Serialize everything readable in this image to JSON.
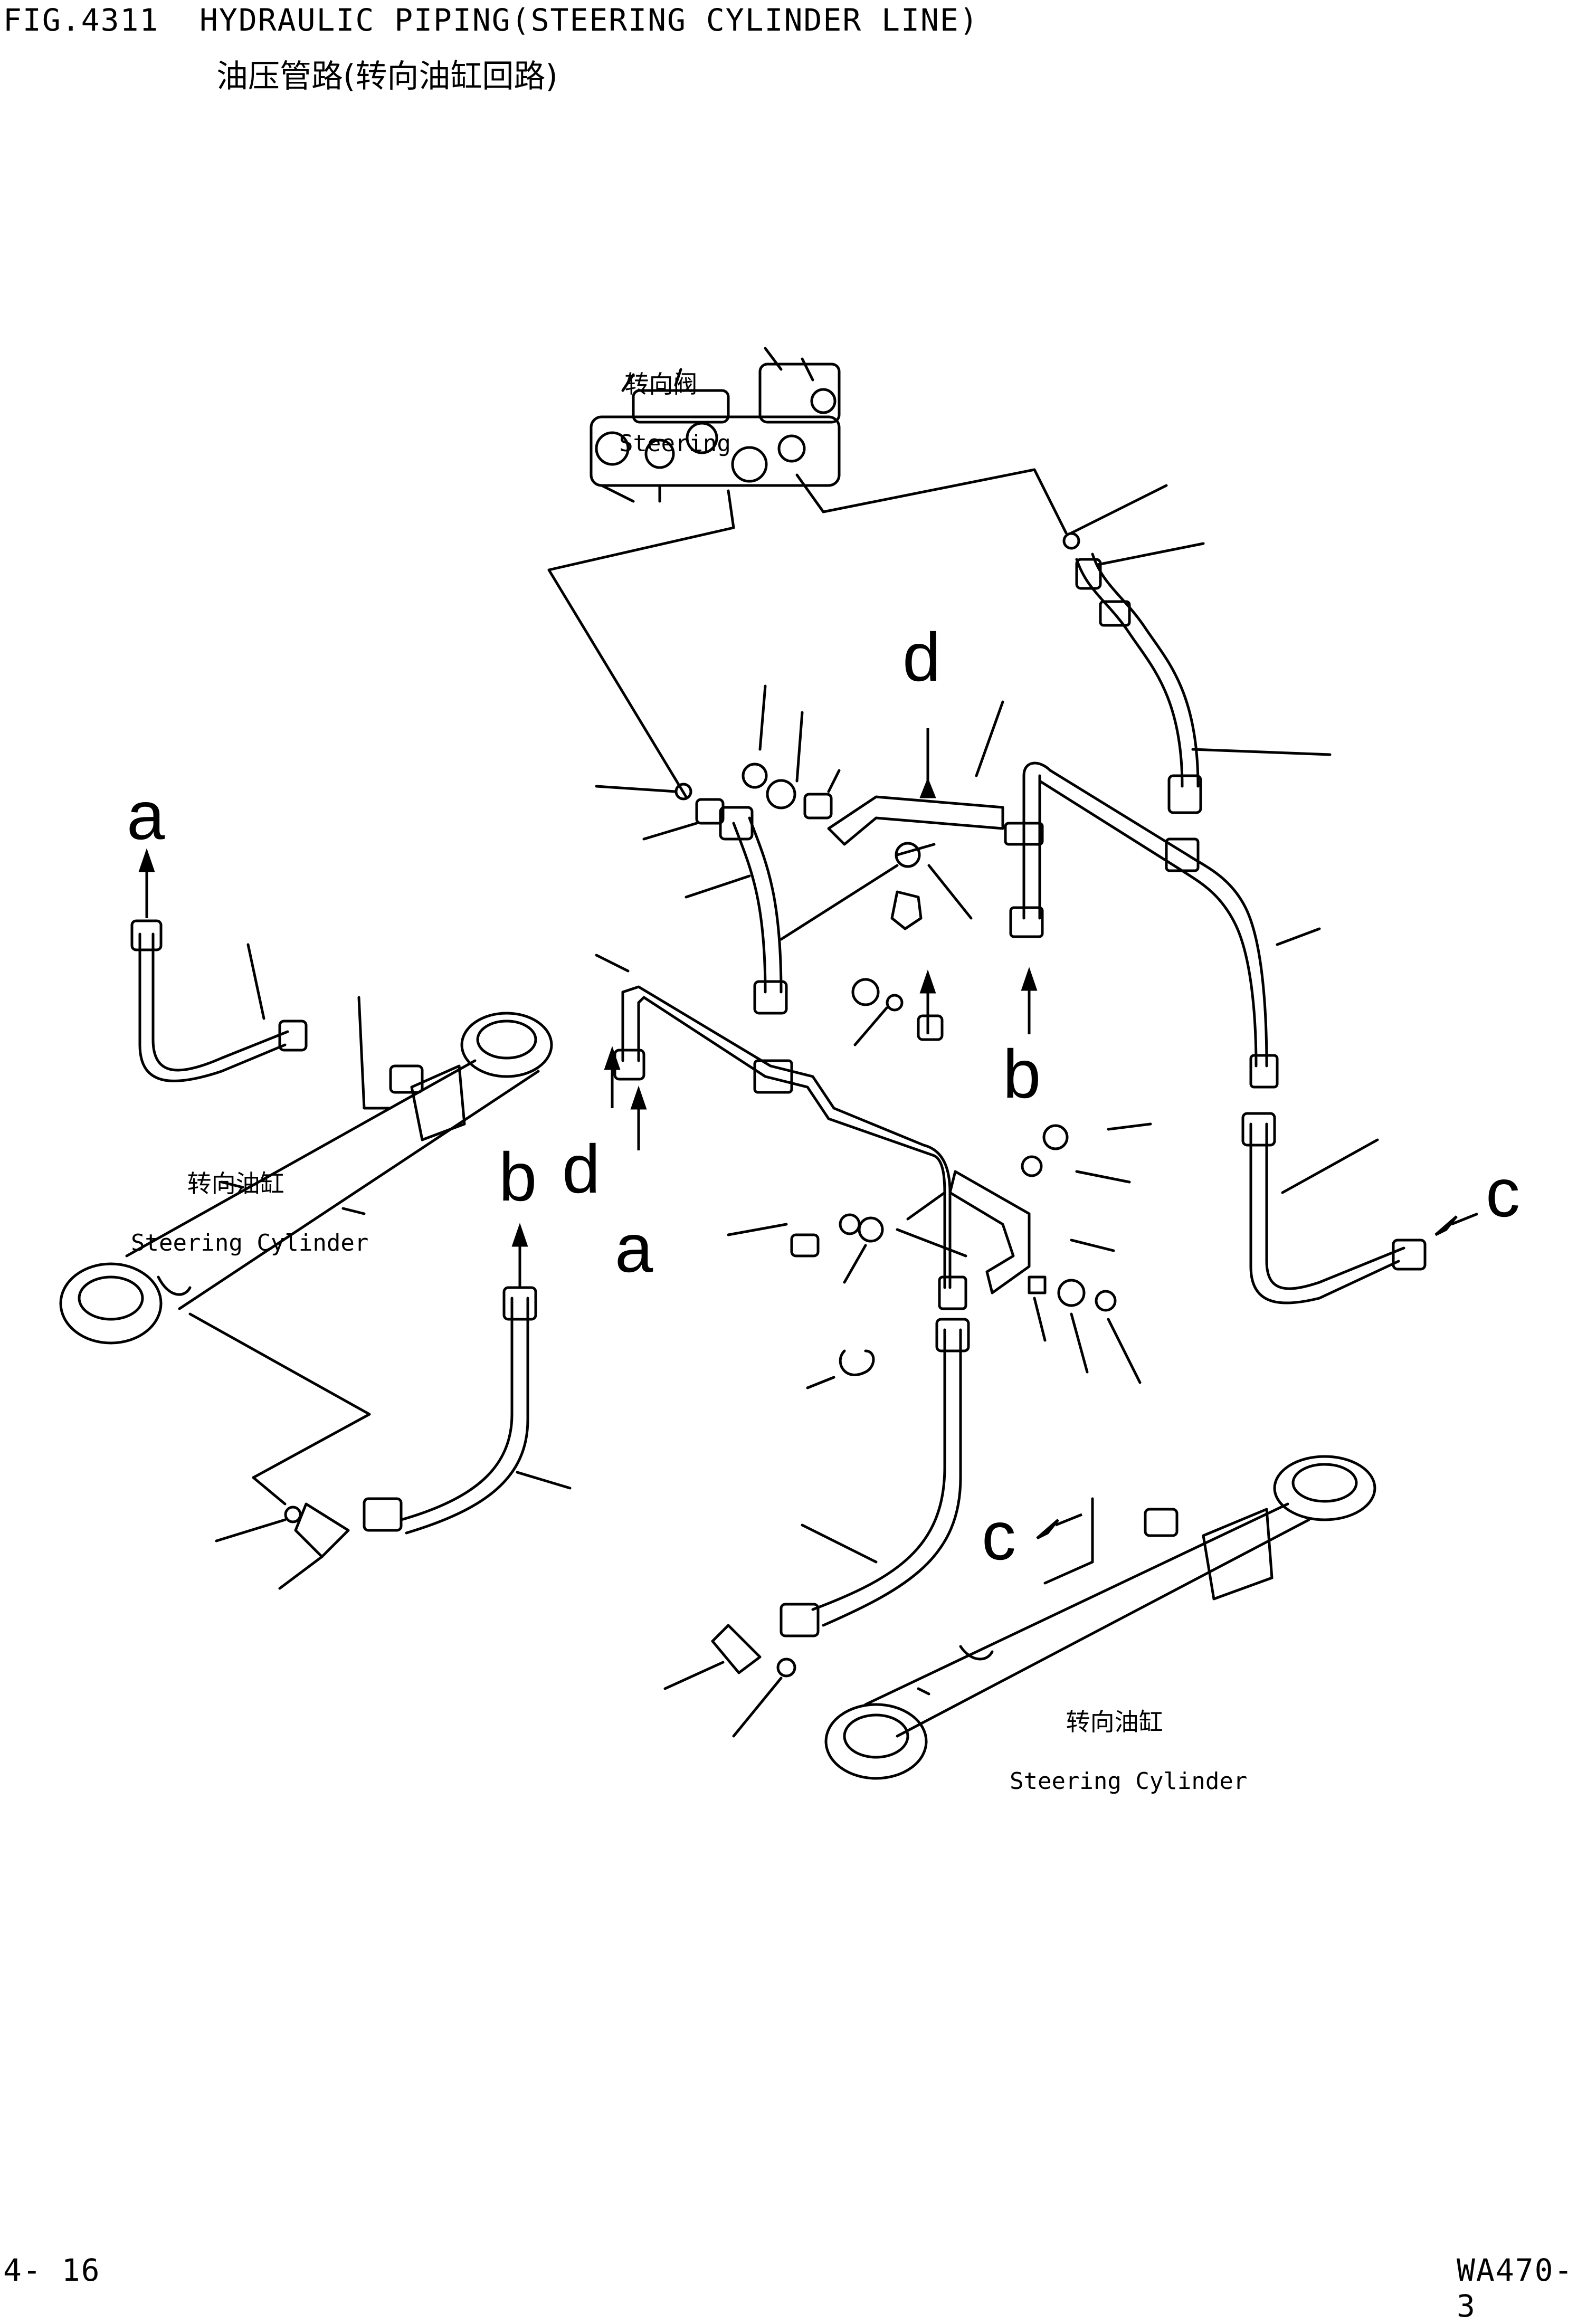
{
  "header": {
    "figure_no": "FIG.4311",
    "title_en": "HYDRAULIC PIPING(STEERING CYLINDER LINE)",
    "title_zh": "油压管路(转向油缸回路)"
  },
  "labels": {
    "steering_valve": {
      "zh": "转向阀",
      "en": "Steering"
    },
    "steering_cylinder_left": {
      "zh": "转向油缸",
      "en": "Steering Cylinder"
    },
    "steering_cylinder_right": {
      "zh": "转向油缸",
      "en": "Steering Cylinder"
    }
  },
  "refs": {
    "a_top": "a",
    "a_mid": "a",
    "b_mid": "b",
    "b_left": "b",
    "c_right": "c",
    "c_bottom": "c",
    "d_top": "d",
    "d_mid": "d"
  },
  "footer": {
    "page": "4- 16",
    "model": "WA470-3"
  }
}
